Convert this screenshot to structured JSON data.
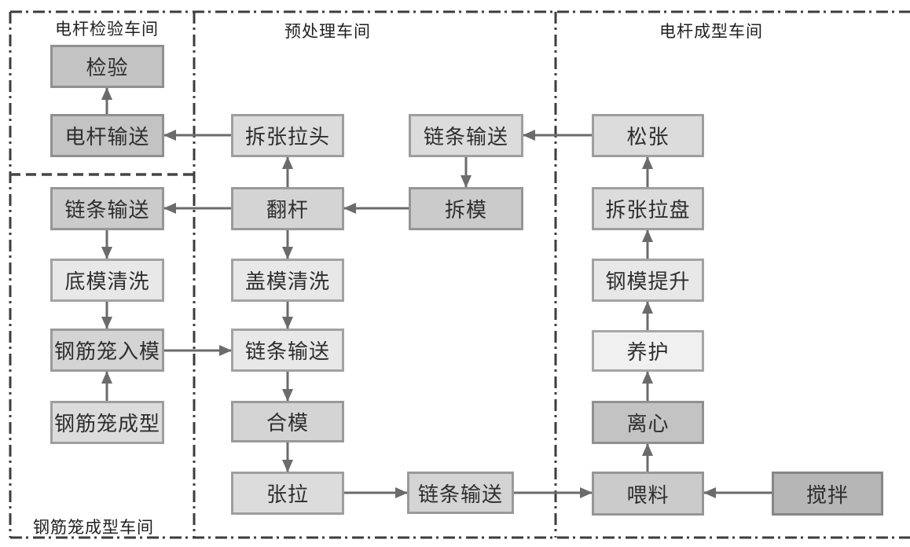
{
  "sections": {
    "pole_inspection": {
      "label": "电杆检验车间"
    },
    "pretreatment": {
      "label": "预处理车间"
    },
    "pole_forming": {
      "label": "电杆成型车间"
    },
    "cage_forming_shop": {
      "label": "钢筋笼成型车间"
    }
  },
  "nodes": {
    "inspection": {
      "label": "检验"
    },
    "pole_conveyor": {
      "label": "电杆输送"
    },
    "chain_conveyor_left": {
      "label": "链条输送"
    },
    "bottom_mold_cleaning": {
      "label": "底模清洗"
    },
    "cage_into_mold": {
      "label": "钢筋笼入模"
    },
    "cage_forming": {
      "label": "钢筋笼成型"
    },
    "remove_tension_head": {
      "label": "拆张拉头"
    },
    "flip_pole": {
      "label": "翻杆"
    },
    "cover_mold_cleaning": {
      "label": "盖模清洗"
    },
    "chain_conveyor_mid": {
      "label": "链条输送"
    },
    "mold_closing": {
      "label": "合模"
    },
    "tensioning": {
      "label": "张拉"
    },
    "chain_conveyor_top": {
      "label": "链条输送"
    },
    "mold_removal": {
      "label": "拆模"
    },
    "chain_conveyor_bottom": {
      "label": "链条输送"
    },
    "loosen_tension": {
      "label": "松张"
    },
    "remove_tension_plate": {
      "label": "拆张拉盘"
    },
    "steel_mold_lift": {
      "label": "钢模提升"
    },
    "curing": {
      "label": "养护"
    },
    "centrifuge": {
      "label": "离心"
    },
    "feeding": {
      "label": "喂料"
    },
    "mixing": {
      "label": "搅拌"
    }
  },
  "edges": [
    {
      "from": "pole_conveyor",
      "to": "inspection"
    },
    {
      "from": "remove_tension_head",
      "to": "pole_conveyor"
    },
    {
      "from": "flip_pole",
      "to": "remove_tension_head"
    },
    {
      "from": "mold_removal",
      "to": "flip_pole"
    },
    {
      "from": "chain_conveyor_top",
      "to": "mold_removal"
    },
    {
      "from": "loosen_tension",
      "to": "chain_conveyor_top"
    },
    {
      "from": "remove_tension_plate",
      "to": "loosen_tension"
    },
    {
      "from": "steel_mold_lift",
      "to": "remove_tension_plate"
    },
    {
      "from": "curing",
      "to": "steel_mold_lift"
    },
    {
      "from": "centrifuge",
      "to": "curing"
    },
    {
      "from": "feeding",
      "to": "centrifuge"
    },
    {
      "from": "mixing",
      "to": "feeding"
    },
    {
      "from": "chain_conveyor_bottom",
      "to": "feeding"
    },
    {
      "from": "tensioning",
      "to": "chain_conveyor_bottom"
    },
    {
      "from": "mold_closing",
      "to": "tensioning"
    },
    {
      "from": "chain_conveyor_mid",
      "to": "mold_closing"
    },
    {
      "from": "cover_mold_cleaning",
      "to": "chain_conveyor_mid"
    },
    {
      "from": "flip_pole",
      "to": "cover_mold_cleaning"
    },
    {
      "from": "flip_pole",
      "to": "chain_conveyor_left"
    },
    {
      "from": "chain_conveyor_left",
      "to": "bottom_mold_cleaning"
    },
    {
      "from": "bottom_mold_cleaning",
      "to": "cage_into_mold"
    },
    {
      "from": "cage_forming",
      "to": "cage_into_mold"
    },
    {
      "from": "cage_into_mold",
      "to": "chain_conveyor_mid"
    }
  ],
  "colors": {
    "background": "#ffffff",
    "frame": "#3d3d3d",
    "arrow": "#6b6b6b",
    "box_border": "#9a9a9a",
    "text": "#2e2e2e",
    "box_fills": [
      "#b6b6b6",
      "#c3c3c3",
      "#cbcbcb",
      "#d4d4d4",
      "#dcdcdc",
      "#e8e8e8",
      "#f0f0f0"
    ]
  }
}
